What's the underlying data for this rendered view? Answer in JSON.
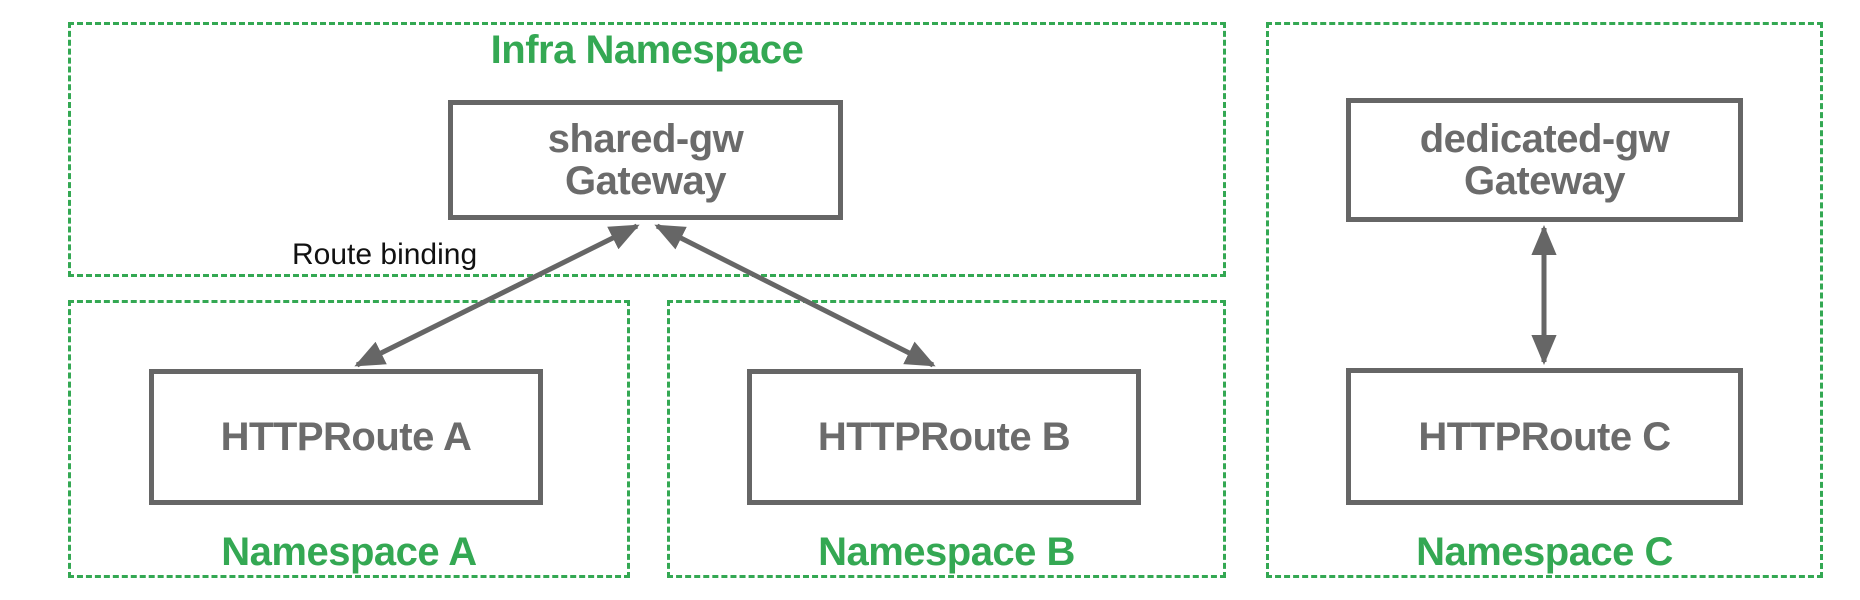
{
  "diagram": {
    "infra_namespace": {
      "label": "Infra Namespace",
      "gateway": {
        "line1": "shared-gw",
        "line2": "Gateway"
      }
    },
    "namespace_a": {
      "label": "Namespace A",
      "route": "HTTPRoute A"
    },
    "namespace_b": {
      "label": "Namespace B",
      "route": "HTTPRoute B"
    },
    "namespace_c": {
      "label": "Namespace C",
      "gateway": {
        "line1": "dedicated-gw",
        "line2": "Gateway"
      },
      "route": "HTTPRoute C"
    },
    "annotations": {
      "route_binding": "Route binding"
    },
    "colors": {
      "namespace_green": "#34a853",
      "node_gray_border": "#666666",
      "node_gray_text": "#6b6b6b",
      "annotation_black": "#111111"
    }
  }
}
